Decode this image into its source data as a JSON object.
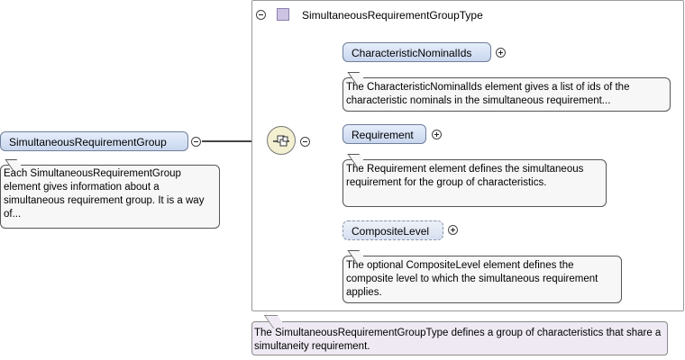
{
  "root": {
    "element_name": "SimultaneousRequirementGroup",
    "documentation": "Each SimultaneousRequirementGroup element gives information about a simultaneous requirement group. It is a way of..."
  },
  "type": {
    "name": "SimultaneousRequirementGroupType",
    "documentation": "The SimultaneousRequirementGroupType defines a group of characteristics that share a simultaneity requirement."
  },
  "children": [
    {
      "name": "CharacteristicNominalIds",
      "optional": false,
      "documentation": "The CharacteristicNominalIds element gives a list of ids of the characteristic nominals in the simultaneous requirement..."
    },
    {
      "name": "Requirement",
      "optional": false,
      "documentation": "The Requirement element defines the simultaneous requirement for the group of characteristics."
    },
    {
      "name": "CompositeLevel",
      "optional": true,
      "documentation": "The optional CompositeLevel element defines the composite level to which the simultaneous requirement applies."
    }
  ],
  "colors": {
    "element_fill": "#c8d6ee",
    "element_border": "#6f7f99",
    "type_doc_fill": "#eee9f3",
    "type_icon_fill": "#cdc3e3",
    "sequence_fill": "#f3f0d2"
  },
  "icons": [
    "collapse-icon",
    "expand-icon",
    "type-icon",
    "sequence-compositor-icon"
  ]
}
